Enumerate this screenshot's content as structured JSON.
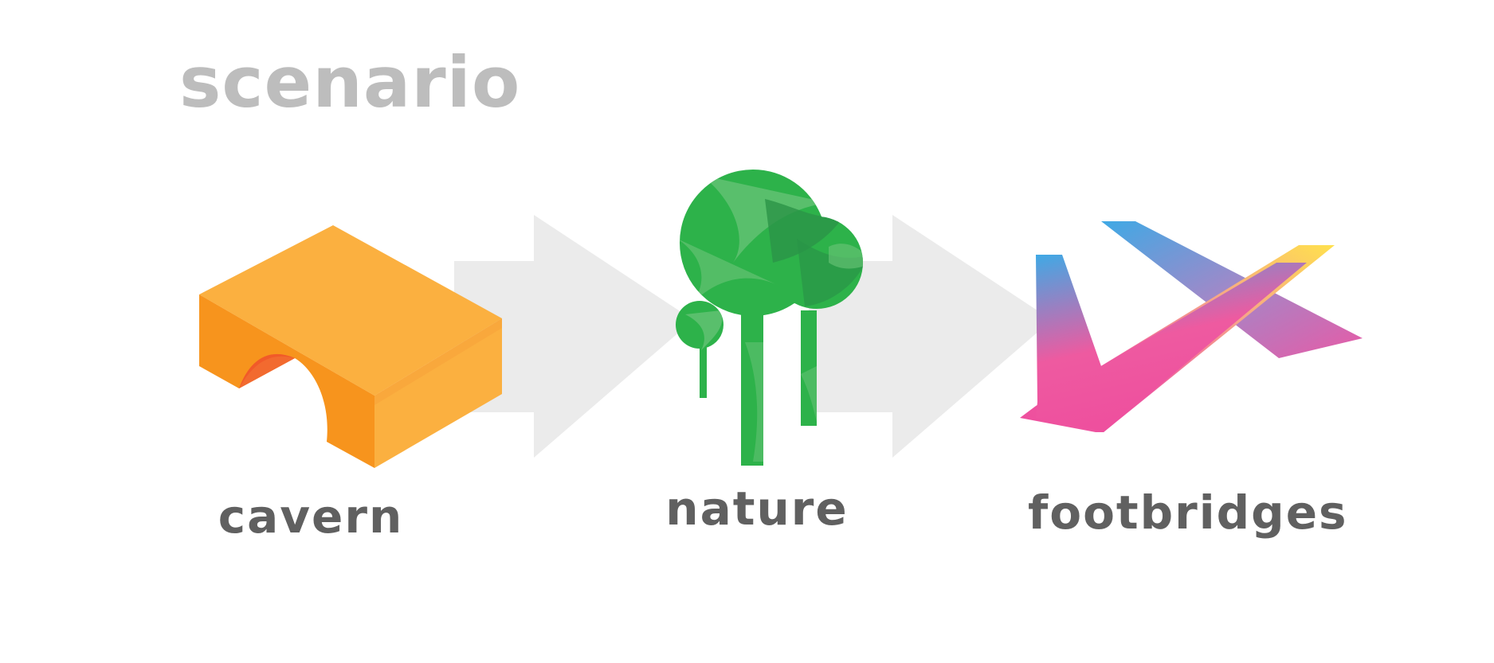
{
  "title": "scenario",
  "stages": [
    {
      "label": "cavern",
      "icon": "cavern-block-icon",
      "color": "#fbb040"
    },
    {
      "label": "nature",
      "icon": "trees-icon",
      "color": "#2db24a"
    },
    {
      "label": "footbridges",
      "icon": "footbridges-icon",
      "color": "#ee5aa0"
    }
  ],
  "colors": {
    "title": "#bdbdbd",
    "label": "#606060",
    "arrow": "#ebebeb"
  }
}
